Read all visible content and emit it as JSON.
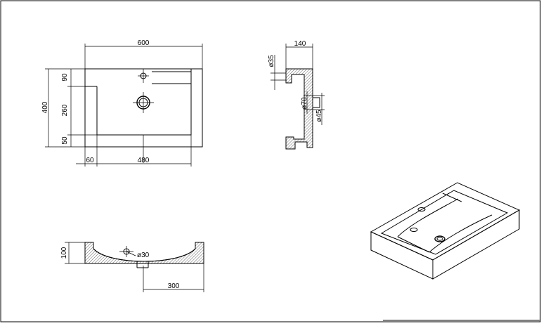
{
  "drawing": {
    "top_view": {
      "overall_width": "600",
      "overall_depth": "400",
      "front_rim": "90",
      "bowl_depth": "260",
      "back_rim": "50",
      "side_rim": "60",
      "bowl_width": "480"
    },
    "side_section": {
      "width": "140",
      "tap_hole": "ø35",
      "drain_outer": "ø70",
      "drain_inner": "ø45"
    },
    "front_section": {
      "height": "100",
      "tap_hole": "ø30",
      "offset": "300"
    },
    "view_3d": {}
  }
}
